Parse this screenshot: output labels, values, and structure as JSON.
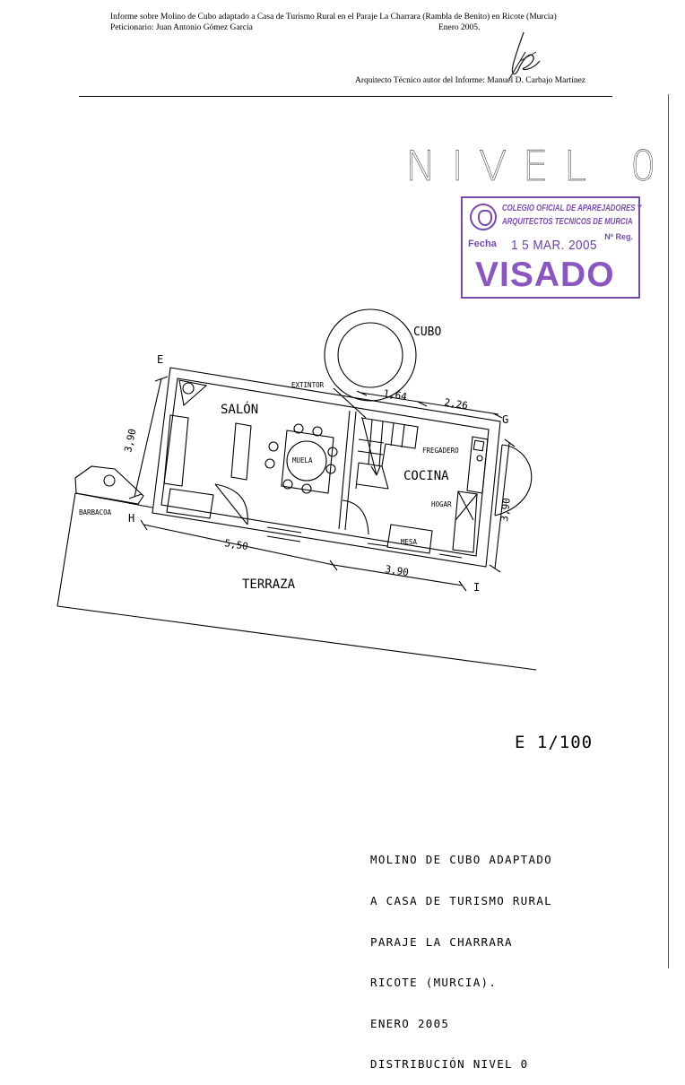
{
  "header": {
    "line1": "Informe sobre Molino de Cubo adaptado a Casa de Turismo Rural en el Paraje La Charrara (Rambla de Benito) en Ricote (Murcia)",
    "petitioner": "Peticionario: Juan Antonio Gómez García",
    "date": "Enero 2005.",
    "author": "Arquitecto Técnico autor del Informe: Manuel D. Carbajo Martínez"
  },
  "sheet_title": "NIVEL 0",
  "stamp": {
    "org_line1": "COLEGIO OFICIAL DE APAREJADORES Y",
    "org_line2": "ARQUITECTOS TECNICOS DE MURCIA",
    "fecha_label": "Fecha",
    "date": "1 5 MAR. 2005",
    "reg_label": "Nº Reg.",
    "status": "VISADO",
    "color": "#7a4aa8"
  },
  "plan": {
    "rooms": {
      "cubo": "CUBO",
      "salon": "SALÓN",
      "cocina": "COCINA",
      "terraza": "TERRAZA",
      "muela": "MUELA",
      "mesa": "MESA",
      "hogar": "HOGAR",
      "fregadero": "FREGADERO",
      "extintor": "EXTINTOR",
      "barbacoa": "BARBACOA"
    },
    "dimensions": {
      "d164": "1,64",
      "d226": "2,26",
      "d390_left": "3,90",
      "d390_right": "3,90",
      "d550": "5,50",
      "d390_bottom": "3,90"
    },
    "points": {
      "e": "E",
      "g": "G",
      "h": "H",
      "i": "I"
    }
  },
  "scale": "E 1/100",
  "title_block": [
    "MOLINO DE CUBO ADAPTADO",
    "A CASA DE TURISMO RURAL",
    "PARAJE LA CHARRARA",
    "RICOTE (MURCIA).",
    "ENERO 2005",
    "DISTRIBUCIÓN NIVEL 0"
  ]
}
